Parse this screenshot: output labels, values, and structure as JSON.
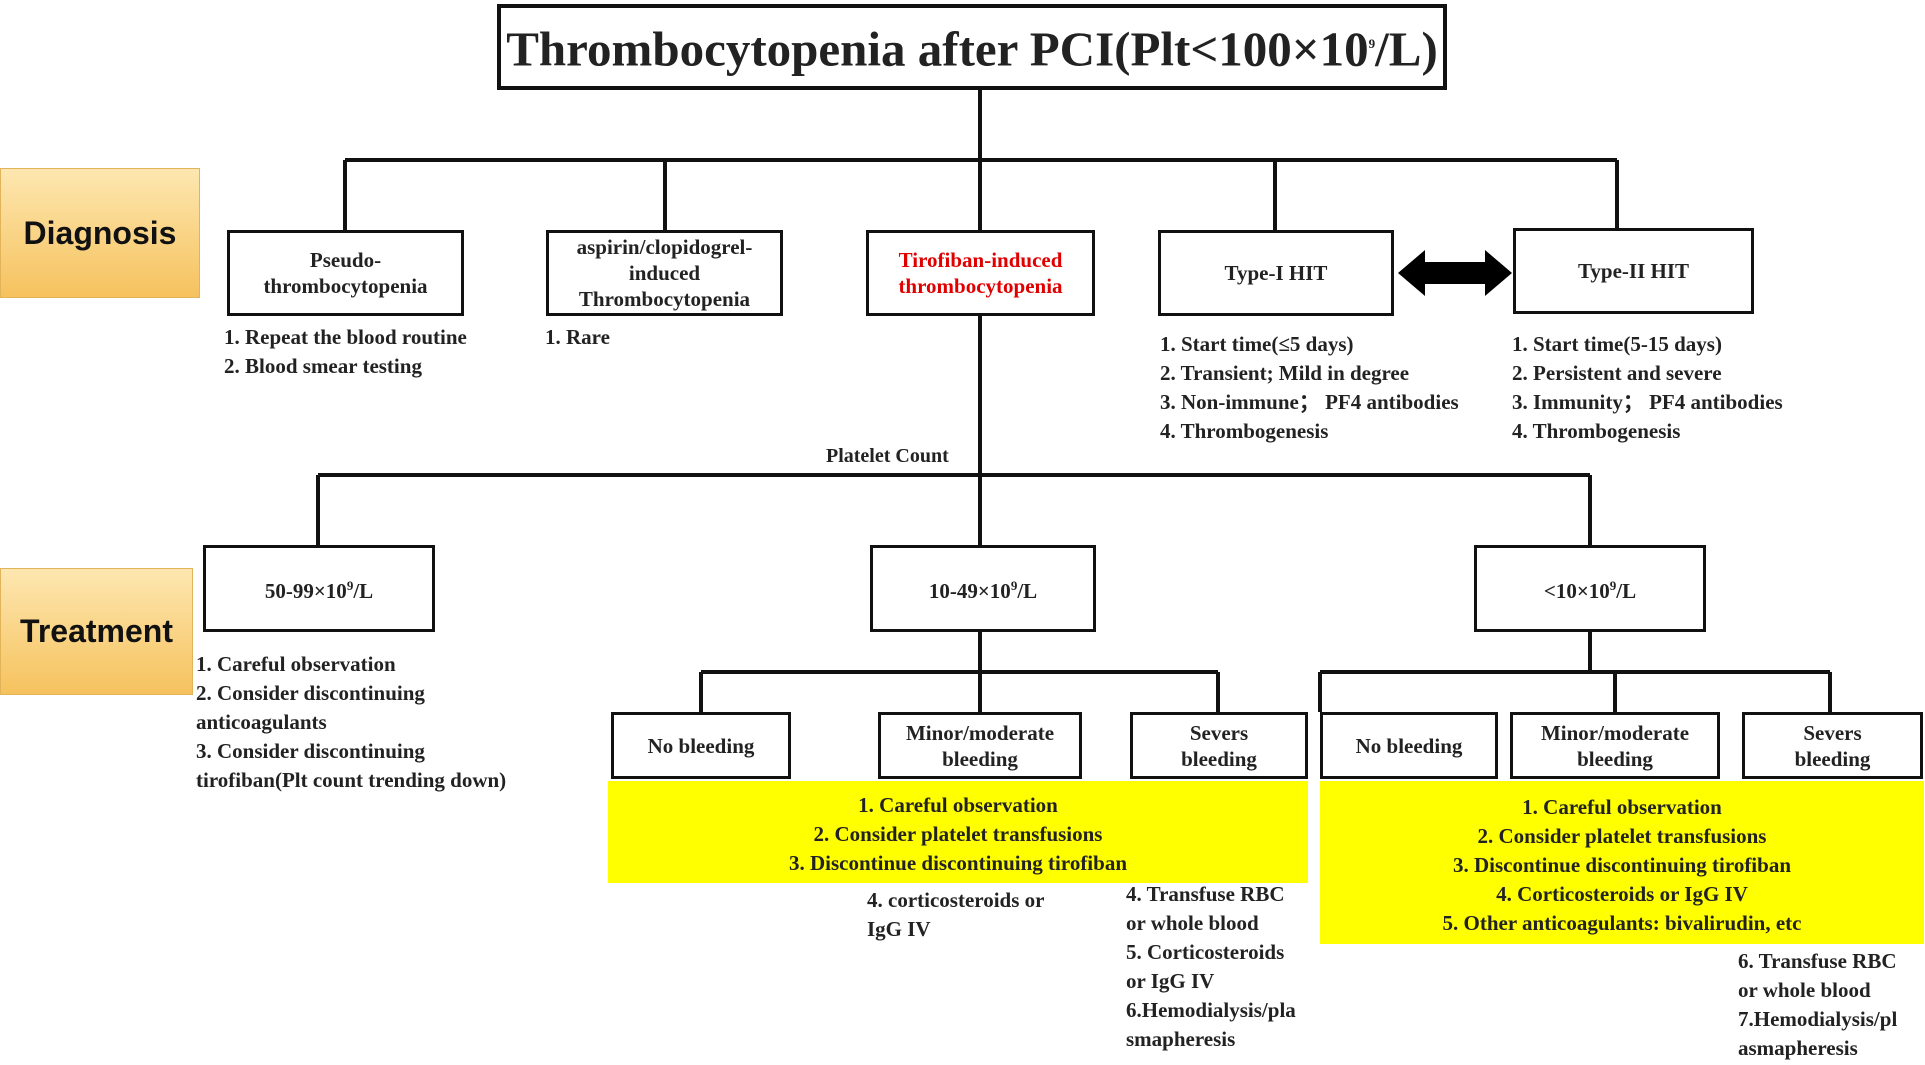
{
  "title": {
    "main": "Thrombocytopenia after PCI(Plt<100×10",
    "sup": "9",
    "tail": "/L)"
  },
  "sections": {
    "diagnosis": "Diagnosis",
    "treatment": "Treatment"
  },
  "diagnosis": {
    "pseudo": {
      "label": "Pseudo-\nthrombocytopenia",
      "notes": [
        "1. Repeat the blood routine",
        "2. Blood smear testing"
      ]
    },
    "aspirin": {
      "label": "aspirin/clopidogrel-\ninduced\nThrombocytopenia",
      "notes": [
        "1. Rare"
      ]
    },
    "tirofiban": {
      "label": "Tirofiban-induced\nthrombocytopenia",
      "color": "#e00000"
    },
    "hit1": {
      "label": "Type-I HIT",
      "notes": [
        "1. Start time(≤5 days)",
        "2. Transient; Mild in degree",
        "3. Non-immune；  PF4 antibodies",
        "4. Thrombogenesis"
      ]
    },
    "hit2": {
      "label": "Type-II HIT",
      "notes": [
        "1. Start time(5-15 days)",
        "2. Persistent and severe",
        "3. Immunity；  PF4 antibodies",
        "4. Thrombogenesis"
      ]
    }
  },
  "platelet_count_label": "Platelet Count",
  "treatment": {
    "range1": {
      "pre": "50-99×10",
      "sup": "9",
      "post": "/L",
      "notes": [
        "1. Careful observation",
        "2. Consider discontinuing",
        "anticoagulants",
        "3. Consider discontinuing",
        "tirofiban(Plt count trending down)"
      ]
    },
    "range2": {
      "pre": "10-49×10",
      "sup": "9",
      "post": "/L",
      "no_bleeding": "No bleeding",
      "minor": "Minor/moderate\nbleeding",
      "severe": "Severs\nbleeding",
      "shared": [
        "1. Careful observation",
        "2. Consider platelet transfusions",
        "3. Discontinue discontinuing tirofiban"
      ],
      "minor_extra": [
        "4. corticosteroids or",
        "IgG IV"
      ],
      "severe_extra": [
        "4. Transfuse RBC",
        "or whole blood",
        "5. Corticosteroids",
        "or IgG IV",
        "6.Hemodialysis/pla",
        "smapheresis"
      ]
    },
    "range3": {
      "pre": "<10×10",
      "sup": "9",
      "post": "/L",
      "no_bleeding": "No bleeding",
      "minor": "Minor/moderate\nbleeding",
      "severe": "Severs\nbleeding",
      "shared": [
        "1. Careful observation",
        "2. Consider platelet transfusions",
        "3. Discontinue discontinuing tirofiban",
        "4. Corticosteroids or IgG IV",
        "5. Other anticoagulants: bivalirudin, etc"
      ],
      "severe_extra": [
        "6. Transfuse RBC",
        "or whole blood",
        "7.Hemodialysis/pl",
        "asmapheresis"
      ]
    }
  },
  "colors": {
    "highlight": "#ffff00",
    "tag": "#f6c25e",
    "emphasis": "#e00000"
  }
}
